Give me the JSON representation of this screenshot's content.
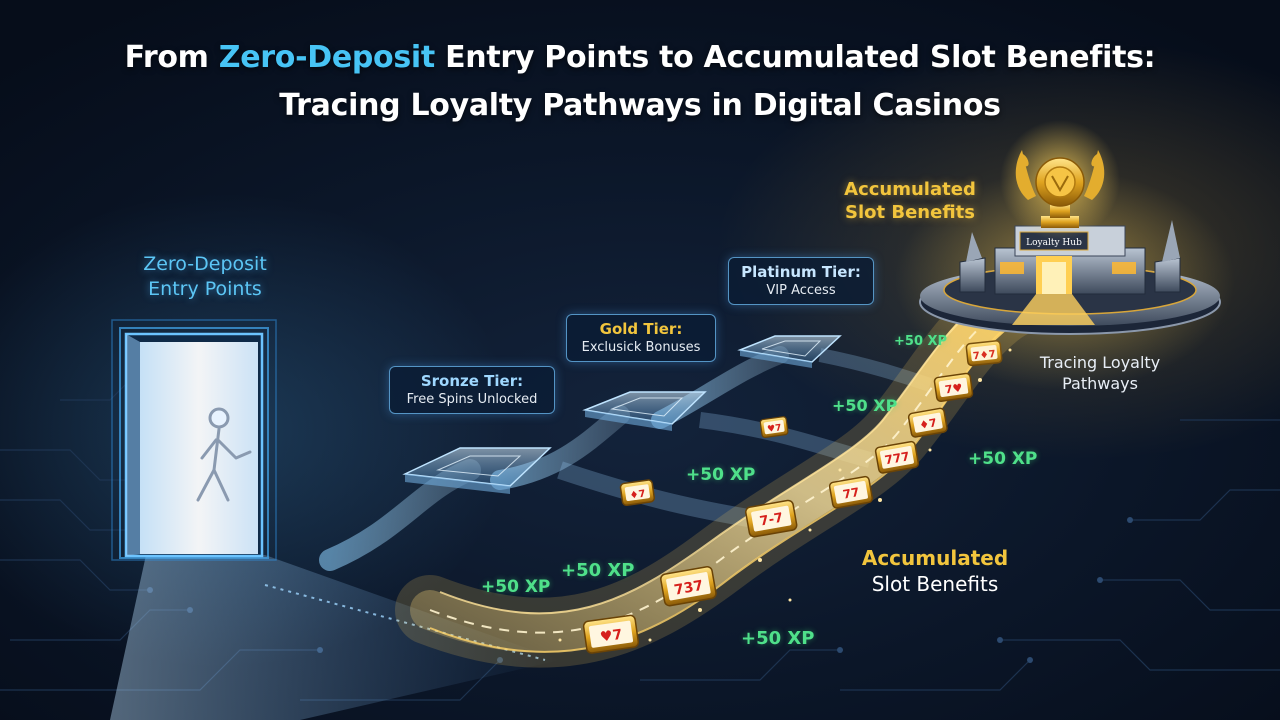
{
  "title": {
    "line1_prefix": "From ",
    "line1_highlight": "Zero-Deposit",
    "line1_suffix": " Entry Points to Accumulated Slot Benefits:",
    "line2": "Tracing Loyalty Pathways in Digital Casinos"
  },
  "labels": {
    "entry_line1": "Zero-Deposit",
    "entry_line2": "Entry Points",
    "top_benefits_line1": "Accumulated",
    "top_benefits_line2": "Slot Benefits",
    "pathways_line1": "Tracing Loyalty",
    "pathways_line2": "Pathways",
    "bottom_benefits_line1": "Accumulated",
    "bottom_benefits_line2": "Slot Benefits",
    "hub_sign": "Loyalty Hub"
  },
  "tiers": [
    {
      "name": "Sronze Tier:",
      "desc": "Free Spins Unlocked"
    },
    {
      "name": "Gold Tier:",
      "desc": "Exclusick Bonuses"
    },
    {
      "name": "Platinum Tier:",
      "desc": "VIP Access"
    }
  ],
  "xp_badges": [
    "+50 XP",
    "+50 XP",
    "+50 XP",
    "+50 XP",
    "+50 XP",
    "+50 XP",
    "+50 XP"
  ],
  "colors": {
    "background": "#0a1424",
    "highlight_blue": "#47c4f5",
    "gold": "#f2c53d",
    "xp_green": "#4fe08a"
  },
  "icons": [
    "walking-person-icon",
    "trophy-icon",
    "laurel-wreath-icon",
    "slot-reel-icon",
    "castle-hub-icon"
  ]
}
